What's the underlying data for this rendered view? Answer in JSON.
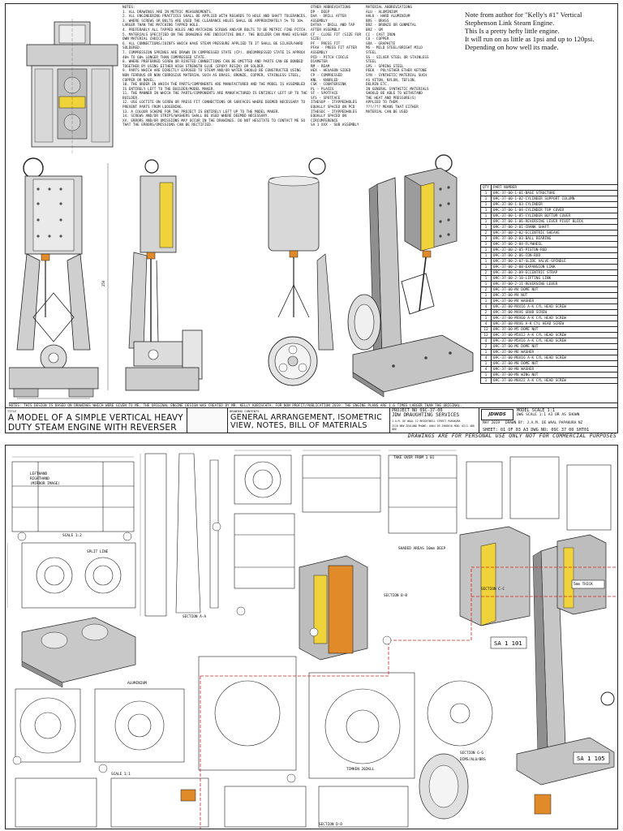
{
  "notes": [
    "NOTES:",
    "1. ALL DRAWINGS ARE IN METRIC MEASUREMENTS.",
    "2. ALL ENGINEERING PRACTICES SHALL BE APPLIED WITH REGARDS TO HOLE AND SHAFT TOLERANCES.",
    "3. WHERE SCREWS OR BOLTS ARE USED THE CLEARANCE HOLES SHALL BE APPROXIMATELY 5% TO 10% LARGER THAN THE MATCHING TAPPED HOLE.",
    "4. PREFERABLY ALL TAPPED HOLES AND MATCHING SCREWS AND/OR BOLTS TO BE METRIC FINE PITCH.",
    "5. MATERIALS SPECIFIED ON THE DRAWINGS ARE INDICATIVE ONLY. THE BUILDER CAN MAKE HIS/HER OWN MATERIAL CHOICE.",
    "6. ALL CONNECTIONS/JOINTS WHICH HAVE STEAM PRESSURE APPLIED TO IT SHALL BE SILVER/HARD SOLDERED.",
    "7. COMPRESSION SPRINGS ARE DRAWN IN COMPRESSED STATE (CP). UNCOMPRESSED STATE IS APPROX 40% TO 60% LONGER THAN COMPRESSED STATE.",
    "8. WHERE PREFERRED SCREW OR RIVETED CONNECTIONS CAN BE OMITTED AND PARTS CAN BE BONDED TOGETHER BY USING EITHER HIGH STRENGTH GLUE (EPOXY RESIN) OR SOLDER.",
    "9. PARTS WHICH ARE DIRECTLY EXPOSED TO STEAM AND/OR WATER SHOULD BE CONSTRUCTED USING NON FERROUS OR NON CORROSIVE MATERIAL SUCH AS BRASS, BRONZE, COPPER, STAINLESS STEEL, COPPER OR NOVEL.",
    "10. THE ORDER IN WHICH THE PARTS/COMPONENTS ARE MANUFACTURED AND THE MODEL IS ASSEMBLED IS ENTIRELY LEFT TO THE BUILDER/MODEL MAKER.",
    "11. THE MANNER IN WHICH THE PARTS/COMPONENTS ARE MANUFACTURED IS ENTIRELY LEFT UP TO THE BUILDER.",
    "12. USE LOCTITE ON SCREW OR PRESS FIT CONNECTIONS OR SURFACES WHERE DEEMED NECESSARY TO PREVENT PARTS FROM LOOSENING.",
    "13. A COLOUR SCHEME FOR THE PROJECT IS ENTIRELY LEFT UP TO THE MODEL MAKER.",
    "14. SCREWS AND/OR STRIPS/WASHERS SHALL BE USED WHERE DEEMED NECESSARY.",
    "XV. ERRORS AND/OR OMISSIONS MAY OCCUR IN THE DRAWINGS. DO NOT HESITATE TO CONTACT ME SO THAT THE ERRORS/OMISSIONS CAN BE RECTIFIED."
  ],
  "abbreviations_other": [
    "OTHER ABBREVIATIONS",
    "DP - DEEP",
    "DAA - DRILL AFTER ASSEMBLY",
    "DATAA - DRILL AND TAP AFTER ASSEMBLY",
    "CF - CLOSE FIT (SIZE FOR SIZE)",
    "PF - PRESS FIT",
    "PFAA - PRESS FIT AFTER ASSEMBLY",
    "PCD - PITCH CIRCLE DIAMETER",
    "RM - REAM",
    "HEX - HEXAGON SIDED",
    "CP - COMPRESSED",
    "KNL - KNURLED",
    "CSK - COUNTERSINK",
    "PL - PLACES",
    "SF - SPOTFACE",
    "SFS - SPOTFACE",
    "ITHESOP - ITAPPEDHOLES EQUALLY SPACED ON PCD",
    "ITHESOC - ITAPPEDHOLES EQUALLY SPACED ON CIRCUMFERENCE",
    "SA 1 XXX - SUB ASSEMBLY"
  ],
  "abbreviations_material": [
    "MATERIAL ABBREVIATIONS",
    "ALU - ALUMINIUM",
    "HALU - HARD ALUMINIUM",
    "BRS - BRASS",
    "BRZ - BRONZE OR GUNMETAL",
    "BRZ - GM",
    "CI - CAST IRON",
    "CU - COPPER",
    "GRA - GRAPHITE",
    "MS - MILD STEEL/BRIGHT MILD STEEL",
    "SS - SILVER STEEL OR STAINLESS STEEL",
    "SPS - SPRING STEEL",
    "PEEK - POLYETHER ETHER KETONE",
    "SYN - SYNTHETIC MATERIAL SUCH AS VITON, NYLON, TEFLON, DELRIN ETC.",
    "IN GENERAL SYNTHETIC MATERIALS SHOULD BE ABLE TO WITHSTAND THE HEAT AND PRESSURE(S) APPLIED TO THEM.",
    "???/??? MEANS THAT EITHER MATERIAL CAN BE USED"
  ],
  "author_note": [
    "Note from author for \"Kelly's #1\" Vertical",
    "Stephenson Link Steam Engine.",
    "This Is a pretty hefty little engine.",
    "It will run on as little as 1psi and up to 120psi.",
    "Depending on how well its made."
  ],
  "bom": {
    "header": [
      "QTY",
      "PART NUMBER"
    ],
    "rows": [
      [
        "1",
        "09C-37-00-1-01-BASE STRUCTURE"
      ],
      [
        "1",
        "09C-37-00-1-02-CYLINDER SUPPORT COLUMN"
      ],
      [
        "1",
        "09C-37-00-1-03-CYLINDER"
      ],
      [
        "1",
        "09C-37-00-1-04-CYLINDER TOP COVER"
      ],
      [
        "1",
        "09C-37-00-1-05-CYLINDER BOTTOM COVER"
      ],
      [
        "1",
        "09C-37-00-1-06-REVERSING LEVER PIVOT BLOCK"
      ],
      [
        "1",
        "09C-37-00-2-01-CRANK SHAFT"
      ],
      [
        "2",
        "09C-37-00-2-02-ECCENTRIC SHEAVE"
      ],
      [
        "3",
        "09C-37-00-2-03-BALL BEARING"
      ],
      [
        "1",
        "09C-37-00-2-04-FLYWHEEL"
      ],
      [
        "1",
        "09C-37-00-2-05-PISTON-ROD"
      ],
      [
        "1",
        "09C-37-00-2-06-CON-ROD"
      ],
      [
        "1",
        "09C-37-00-2-07-SLIDE VALVE-SPINDLE"
      ],
      [
        "1",
        "09C-37-00-2-08-EXPANSION LINK"
      ],
      [
        "2",
        "09C-37-00-2-09-ECCENTRIC STRAP"
      ],
      [
        "1",
        "09C-37-00-2-10-LIFTING LINK"
      ],
      [
        "1",
        "09C-37-00-2-11-REVERSING LEVER"
      ],
      [
        "2",
        "09C-37-00-M4 DOME NUT"
      ],
      [
        "1",
        "09C-37-00-M4 NUT"
      ],
      [
        "1",
        "09C-37-00-M4 WASHER"
      ],
      [
        "4",
        "09C-37-00-M4x16 A-K CYL HEAD SCREW"
      ],
      [
        "2",
        "09C-37-00-M4x6 GRUB SCREW"
      ],
      [
        "1",
        "09C-37-00-M4x60 A-K CYL HEAD SCREW"
      ],
      [
        "4",
        "09C-37-00-M4x6 A-K CYL HEAD SCREW"
      ],
      [
        "12",
        "09C-37-00-M5 DOME NUT"
      ],
      [
        "12",
        "09C-37-00-M5x12 A-K CYL HEAD SCREW"
      ],
      [
        "4",
        "09C-37-00-M5x16 A-K CYL HEAD SCREW"
      ],
      [
        "2",
        "09C-37-00-M6 DOME NUT"
      ],
      [
        "1",
        "09C-37-00-M6 WASHER"
      ],
      [
        "4",
        "09C-37-00-M6x16 A-K CYL HEAD SCREW"
      ],
      [
        "1",
        "09C-37-00-M8 DOME NUT"
      ],
      [
        "4",
        "09C-37-00-M8 WASHER"
      ],
      [
        "1",
        "09C-37-00-M8 WING NUT"
      ],
      [
        "1",
        "09C-37-00-M8x22 A-K CYL HEAD SCREW"
      ]
    ]
  },
  "footnote": "NOTES: THIS DESIGN IS BASED ON DRAWINGS WHICH WERE GIVEN TO ME. THE ORIGINAL ENGINE DESIGN WAS CREATED BY MR. KELLY KUBISCHTA. FOR NON PROFIT/PUBLICATION 2019. THE ENGINE PLANS ARE 1.6 TIMES LARGER THAN THE ORIGINAL.",
  "title_block": {
    "title_label": "TITLE",
    "title": "A MODEL OF A SIMPLE VERTICAL HEAVY DUTY STEAM ENGINE WITH REVERSER",
    "contents_label": "DRAWING CONTENTS",
    "contents": "GENERAL ARRANGEMENT, ISOMETRIC VIEW, NOTES, BILL OF MATERIALS",
    "project_no": "PROJECT No  09C-37-00",
    "company": "JDW DRAUGHTING SERVICES",
    "address": "J.A.M. DE WAAL  12 BRIGHTWELL STREET PARAKURA",
    "address2": "2110  NEW ZEALAND  PHONE: 0064 09 2988616  MOB: 0211 488 866",
    "logo": "JDWDS",
    "scale_label": "MODEL SCALE 1:1",
    "scale": "DWG SCALE 1:1  A3 OR AS SHOWN",
    "date": "MAY 2019",
    "drawn": "DRAWN BY: J.A.M. DE WAAL  PAPAKURA NZ",
    "sheet": "SHEET: 01 OF 03   A3  DWG No: 09C 37 00 SHT01"
  },
  "disclaimer": "DRAWINGS ARE FOR PERSONAL USE ONLY NOT FOR COMMERCIAL PURPOSES",
  "sheet2_labels": {
    "scale": "SCALE 1:2",
    "scale_b": "SCALE 1:1",
    "section_aa": "SECTION A-A",
    "section_bb": "SECTION B-B",
    "section_cc": "SECTION C-C",
    "section_gg": "SECTION G-G",
    "section_dd": "SECTION D-D",
    "sa101": "SA 1 101",
    "sa105": "SA 1 105",
    "split_line": "SPLIT LINE",
    "lh": "LEFTHAND",
    "rh": "RIGHTHAND",
    "mirror": "(MIRROR IMAGE)",
    "alu": "ALUMINIUM",
    "shaded": "SHADED AREAS 10mm DEEP",
    "timken": "TIMKEN 202KLL",
    "take_over": "TAKE OVER FROM 1 01",
    "thick": "5mm THICK",
    "dims": "DIMS/ALU/BRS"
  },
  "colors": {
    "line": "#222222",
    "yellow": "#f0d33a",
    "orange": "#e08a2a",
    "metal": "#b9b9b9",
    "red_dash": "#d82020"
  }
}
